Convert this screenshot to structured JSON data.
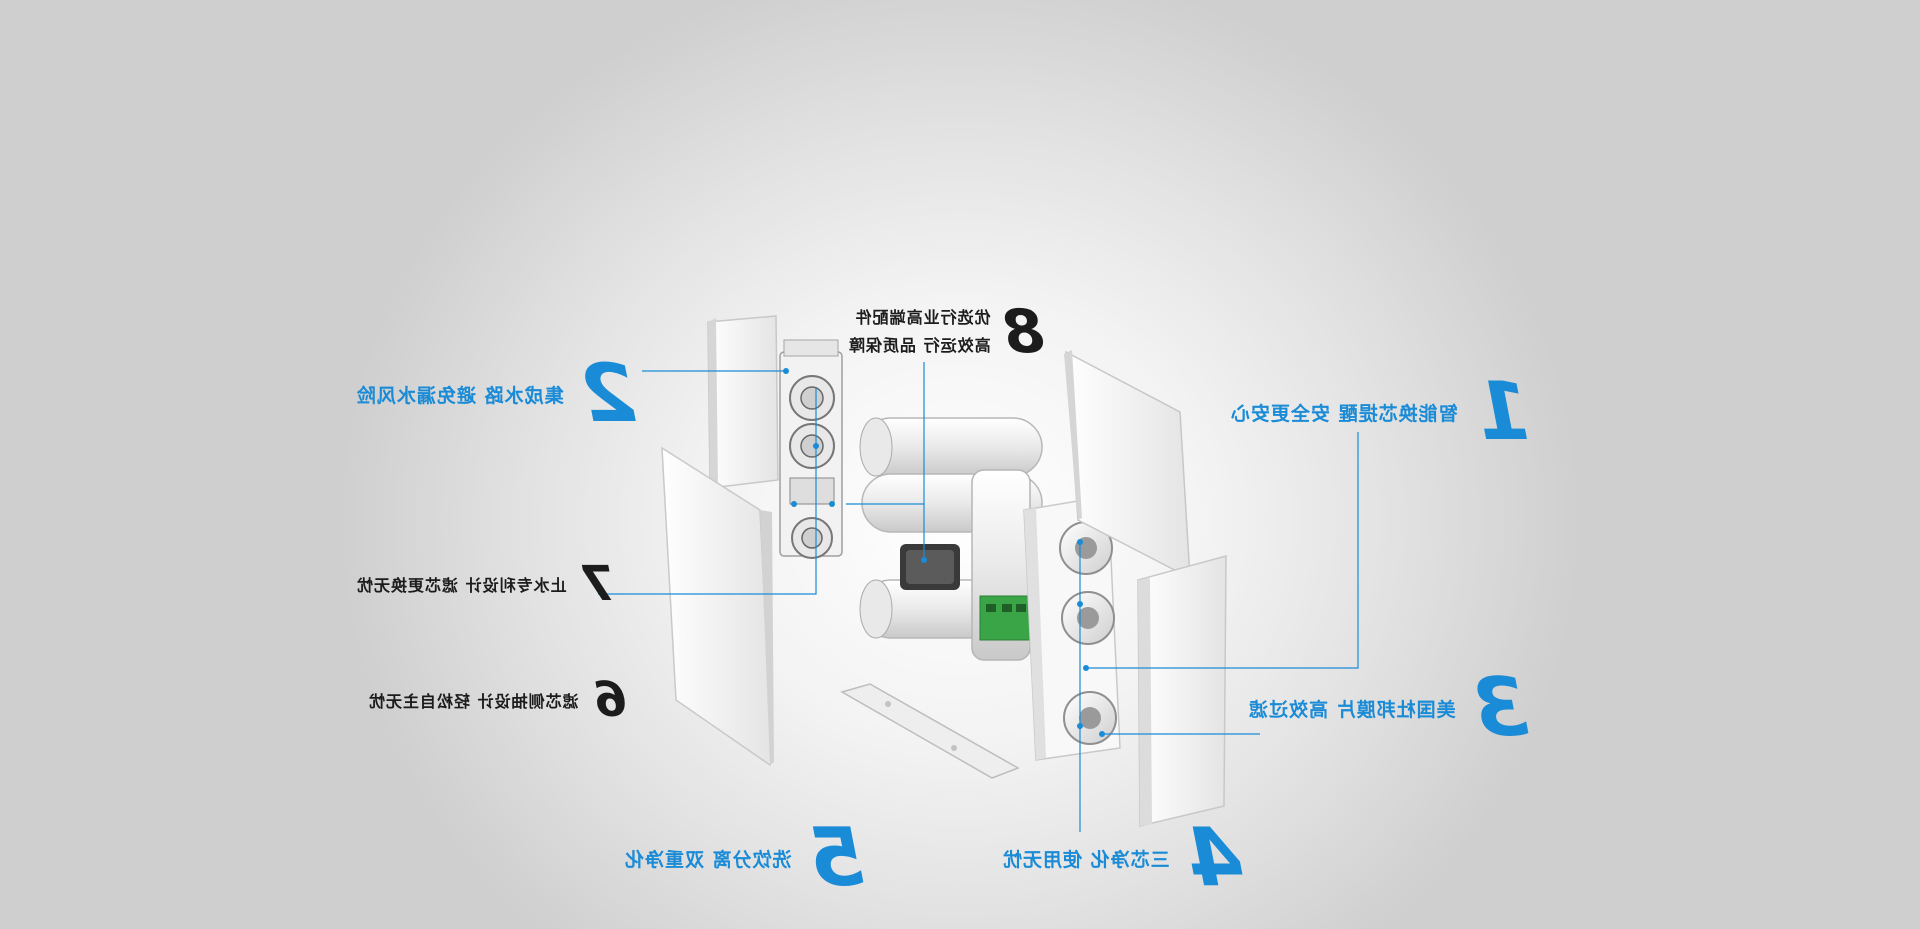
{
  "colors": {
    "accent": "#1a8bd6",
    "dark": "#1c1c1c",
    "pcb": "#3aa547"
  },
  "features": [
    {
      "id": "f1",
      "number": "1",
      "text": "智能换芯提醒   安全更安心",
      "color": "accent"
    },
    {
      "id": "f2",
      "number": "2",
      "text": "集成水路   避免漏水风险",
      "color": "accent"
    },
    {
      "id": "f3",
      "number": "3",
      "text": "美国杜邦膜片   高效过滤",
      "color": "accent"
    },
    {
      "id": "f4",
      "number": "4",
      "text": "三芯净化   使用无忧",
      "color": "accent"
    },
    {
      "id": "f5",
      "number": "5",
      "text": "洗饮分离   双重净化",
      "color": "accent"
    },
    {
      "id": "f6",
      "number": "6",
      "text": "滤芯侧抽设计   轻松自主无忧",
      "color": "dark"
    },
    {
      "id": "f7",
      "number": "7",
      "text": "止水专利设计   滤芯更换无忧",
      "color": "dark"
    },
    {
      "id": "f8",
      "number": "8",
      "line1": "优选行业高端配件",
      "line2": "高效运行   品质保障",
      "color": "dark"
    }
  ]
}
